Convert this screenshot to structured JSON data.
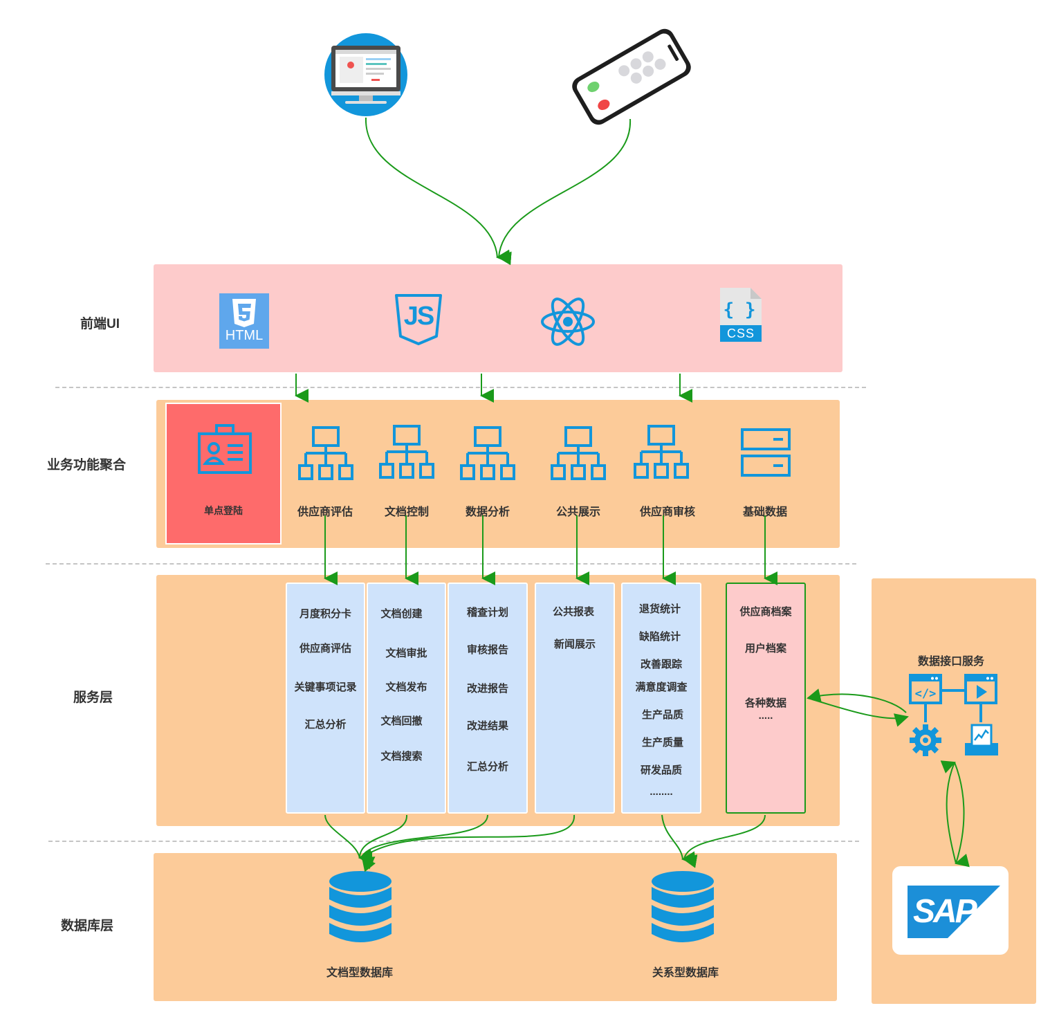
{
  "layers": {
    "frontend": "前端UI",
    "business": "业务功能聚合",
    "service": "服务层",
    "database": "数据库层"
  },
  "frontend_icons": {
    "html": "HTML",
    "js": "JS",
    "css": "CSS"
  },
  "modules": {
    "sso": "单点登陆",
    "supplier_eval": "供应商评估",
    "doc_control": "文档控制",
    "data_analysis": "数据分析",
    "public_display": "公共展示",
    "supplier_audit": "供应商审核",
    "base_data": "基础数据"
  },
  "services": {
    "col1": [
      "月度积分卡",
      "供应商评估",
      "关键事项记录",
      "汇总分析"
    ],
    "col2": [
      "文档创建",
      "文档审批",
      "文档发布",
      "文档回撤",
      "文档搜索"
    ],
    "col3": [
      "稽查计划",
      "审核报告",
      "改进报告",
      "改进结果",
      "汇总分析"
    ],
    "col4": [
      "公共报表",
      "新闻展示"
    ],
    "col5": [
      "退货统计",
      "缺陷统计",
      "改善跟踪",
      "满意度调查",
      "生产品质",
      "生产质量",
      "研发品质",
      "........"
    ],
    "col6": [
      "供应商档案",
      "用户档案",
      "各种数据",
      "....."
    ]
  },
  "databases": {
    "doc_db": "文档型数据库",
    "rel_db": "关系型数据库"
  },
  "interface": {
    "title": "数据接口服务",
    "sap": "SAP"
  },
  "colors": {
    "frontend_band": "#fdcbcb",
    "orange_band": "#fccb99",
    "sso_card": "#fe6b6b",
    "service_col": "#cfe3fb",
    "base_data_col": "#fdcbcb",
    "icon_blue": "#1296db",
    "arrow_green": "#1a9a1a"
  }
}
